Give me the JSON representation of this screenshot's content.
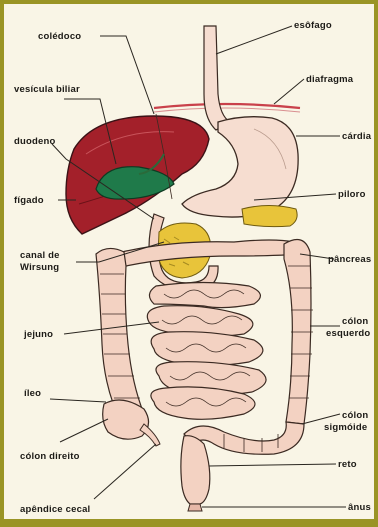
{
  "labels": {
    "coledoco": "colédoco",
    "vesicula": "vesícula biliar",
    "duodeno": "duodeno",
    "figado": "fígado",
    "canal_1": "canal de",
    "canal_2": "Wirsung",
    "jejuno": "jejuno",
    "ileo": "íleo",
    "colon_direito": "cólon direito",
    "apendice": "apêndice cecal",
    "esofago": "esôfago",
    "diafragma": "diafragma",
    "cardia": "cárdia",
    "piloro": "piloro",
    "pancreas": "pâncreas",
    "colon_esq_1": "cólon",
    "colon_esq_2": "esquerdo",
    "colon_sig_1": "cólon",
    "colon_sig_2": "sigmóide",
    "reto": "reto",
    "anus": "ânus"
  },
  "colors": {
    "frame": "#9a9425",
    "background": "#f9f5e6",
    "liver": "#a3202a",
    "gallbladder": "#1f7a4a",
    "pancreas": "#e8c43a",
    "stomach": "#f6ddd0",
    "intestine": "#f3d2c2"
  }
}
